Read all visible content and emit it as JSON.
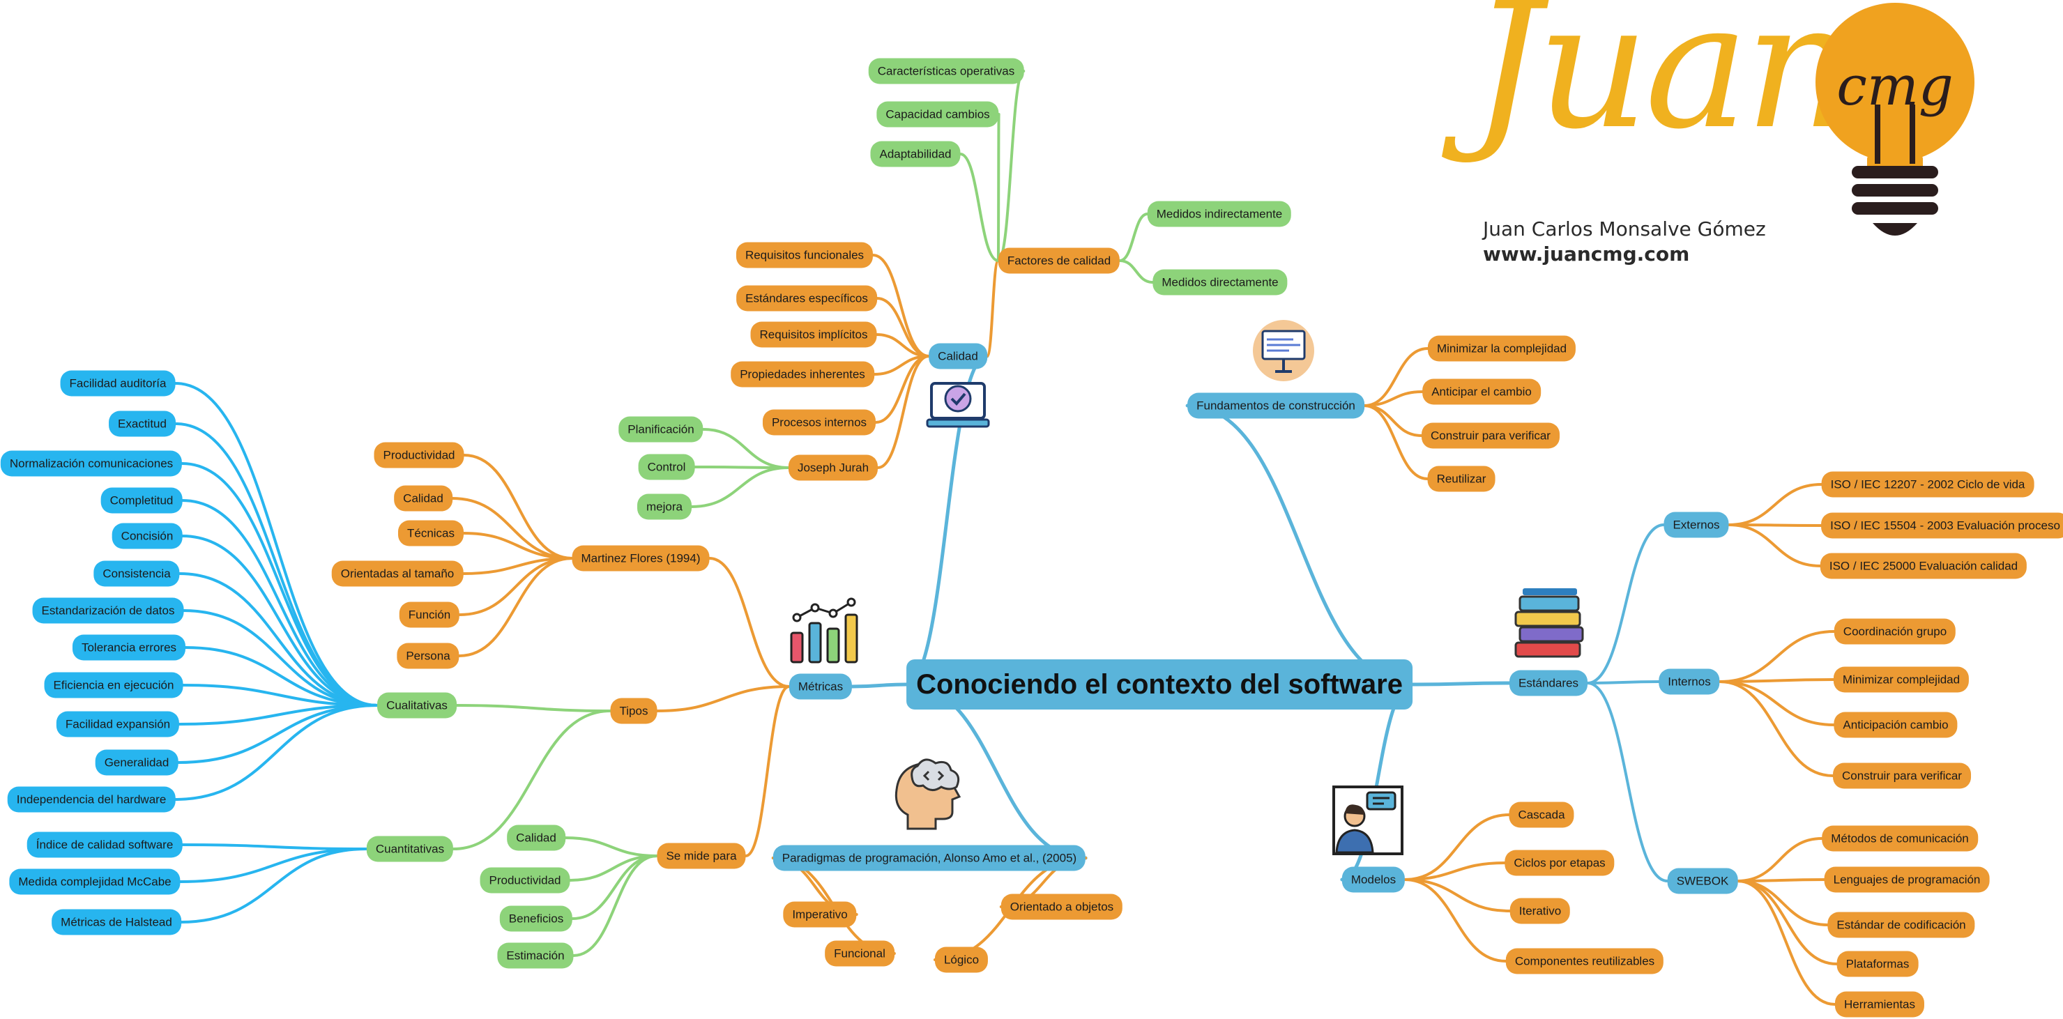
{
  "branding": {
    "logo_word": "Juan",
    "bulb_text": "cmg",
    "author": "Juan Carlos Monsalve Gómez",
    "website": "www.juancmg.com"
  },
  "colors": {
    "orange": "#ec9a33",
    "green": "#8dd37a",
    "blue": "#5ab4da",
    "cyan": "#27b5ef",
    "logo_yellow": "#f0b11f"
  },
  "mindmap": {
    "root": "Conociendo el contexto del software",
    "branches": {
      "calidad": {
        "label": "Calidad",
        "factores": {
          "label": "Factores de calidad",
          "children": [
            "Características operativas",
            "Capacidad cambios",
            "Adaptabilidad",
            "Medidos indirectamente",
            "Medidos directamente"
          ]
        },
        "children": [
          "Requisitos funcionales",
          "Estándares específicos",
          "Requisitos implícitos",
          "Propiedades inherentes",
          "Procesos internos"
        ],
        "joseph": {
          "label": "Joseph Jurah",
          "children": [
            "Planificación",
            "Control",
            "mejora"
          ]
        }
      },
      "fundamentos": {
        "label": "Fundamentos de construcción",
        "children": [
          "Minimizar la complejidad",
          "Anticipar el cambio",
          "Construir para verificar",
          "Reutilizar"
        ]
      },
      "estandares": {
        "label": "Estándares",
        "externos": {
          "label": "Externos",
          "children": [
            "ISO / IEC 12207 - 2002 Ciclo de vida",
            "ISO / IEC 15504 - 2003 Evaluación proceso",
            "ISO / IEC 25000 Evaluación calidad"
          ]
        },
        "internos": {
          "label": "Internos",
          "children": [
            "Coordinación grupo",
            "Minimizar complejidad",
            "Anticipación cambio",
            "Construir para verificar"
          ]
        },
        "swebok": {
          "label": "SWEBOK",
          "children": [
            "Métodos de comunicación",
            "Lenguajes de programación",
            "Estándar de codificación",
            "Plataformas",
            "Herramientas"
          ]
        }
      },
      "modelos": {
        "label": "Modelos",
        "children": [
          "Cascada",
          "Ciclos por etapas",
          "Iterativo",
          "Componentes reutilizables"
        ]
      },
      "paradigmas": {
        "label": "Paradigmas de programación, Alonso Amo et al., (2005)",
        "children": [
          "Imperativo",
          "Orientado a objetos",
          "Funcional",
          "Lógico"
        ]
      },
      "metricas": {
        "label": "Métricas",
        "martinez": {
          "label": "Martinez Flores (1994)",
          "children": [
            "Productividad",
            "Calidad",
            "Técnicas",
            "Orientadas al tamaño",
            "Función",
            "Persona"
          ]
        },
        "tipos": {
          "label": "Tipos",
          "cualitativas": {
            "label": "Cualitativas",
            "children": [
              "Facilidad auditoría",
              "Exactitud",
              "Normalización comunicaciones",
              "Completitud",
              "Concisión",
              "Consistencia",
              "Estandarización de datos",
              "Tolerancia errores",
              "Eficiencia en ejecución",
              "Facilidad expansión",
              "Generalidad",
              "Independencia del hardware"
            ]
          },
          "cuantitativas": {
            "label": "Cuantitativas",
            "children": [
              "Índice de calidad software",
              "Medida complejidad McCabe",
              "Métricas de Halstead"
            ]
          }
        },
        "se_mide": {
          "label": "Se mide para",
          "children": [
            "Calidad",
            "Productividad",
            "Beneficios",
            "Estimación"
          ]
        }
      }
    }
  }
}
